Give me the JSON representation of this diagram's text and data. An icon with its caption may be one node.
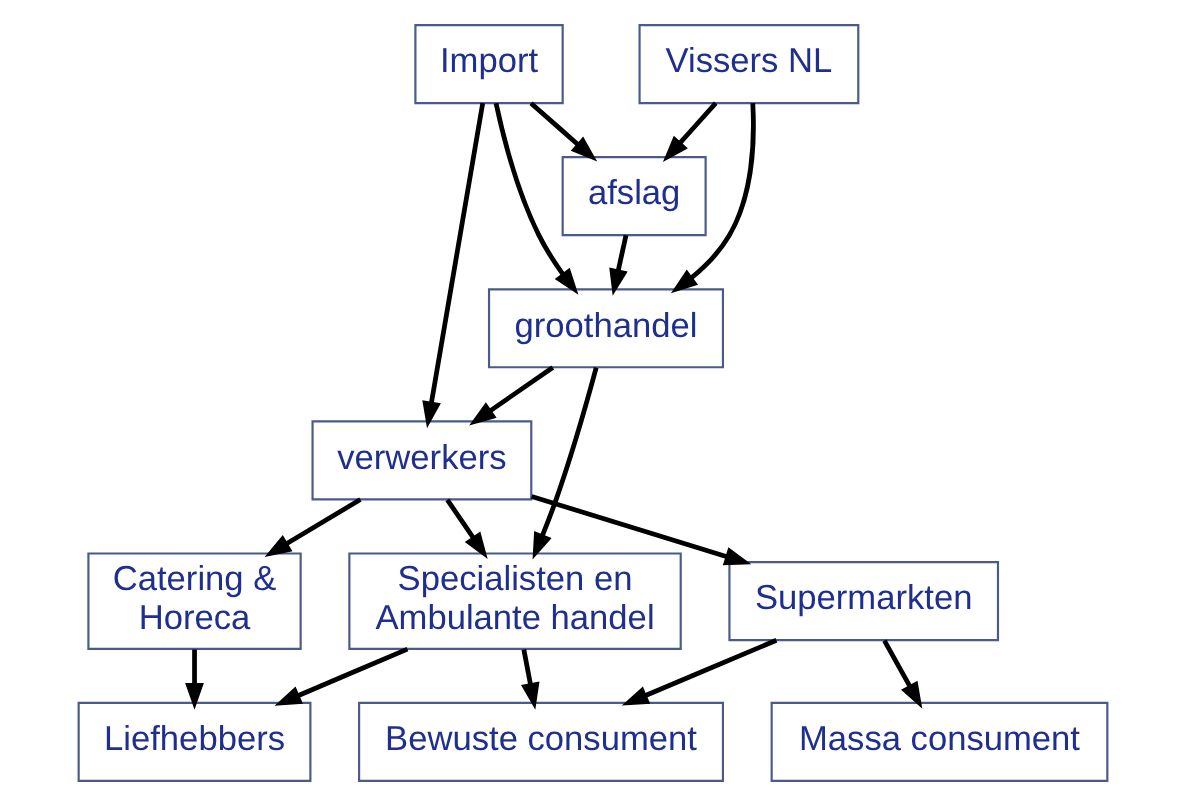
{
  "diagram": {
    "nodes": [
      {
        "text": [
          "Vissers NL"
        ]
      },
      {
        "text": [
          "Import"
        ]
      },
      {
        "text": [
          "afslag"
        ]
      },
      {
        "text": [
          "groothandel"
        ]
      },
      {
        "text": [
          "verwerkers"
        ]
      },
      {
        "text": [
          "Catering & Horeca"
        ]
      },
      {
        "text": [
          "Specialisten en Ambulante handel"
        ]
      },
      {
        "text": [
          "Supermarkten"
        ]
      },
      {
        "text": [
          "Liefhebbers"
        ]
      },
      {
        "text": [
          "Bewuste consument"
        ]
      },
      {
        "text": [
          "Massa consument"
        ]
      }
    ],
    "edges": [
      {
        "from": 0,
        "to": 2,
        "arrow": "to"
      },
      {
        "from": 0,
        "to": 3,
        "arrow": "to"
      },
      {
        "from": 1,
        "to": 2,
        "arrow": "to"
      },
      {
        "from": 1,
        "to": 3,
        "arrow": "to"
      },
      {
        "from": 1,
        "to": 4,
        "arrow": "to"
      },
      {
        "from": 2,
        "to": 3,
        "arrow": "to"
      },
      {
        "from": 3,
        "to": 4,
        "arrow": "to"
      },
      {
        "from": 3,
        "to": 6,
        "arrow": "to"
      },
      {
        "from": 4,
        "to": 5,
        "arrow": "to"
      },
      {
        "from": 4,
        "to": 6,
        "arrow": "to"
      },
      {
        "from": 4,
        "to": 7,
        "arrow": "to"
      },
      {
        "from": 5,
        "to": 8,
        "arrow": "to"
      },
      {
        "from": 6,
        "to": 8,
        "arrow": "to"
      },
      {
        "from": 6,
        "to": 9,
        "arrow": "to"
      },
      {
        "from": 7,
        "to": 9,
        "arrow": "to"
      },
      {
        "from": 7,
        "to": 10,
        "arrow": "to"
      }
    ]
  }
}
